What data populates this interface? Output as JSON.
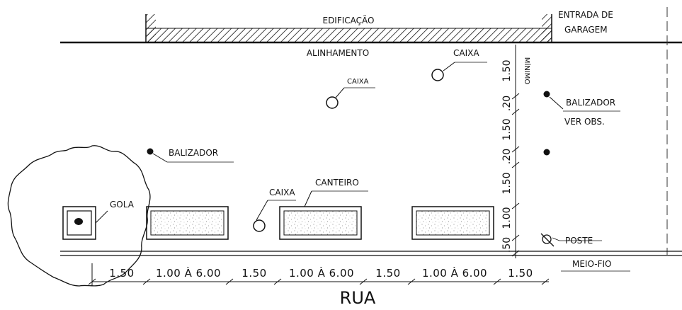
{
  "labels": {
    "edificacao": "EDIFICAÇÃO",
    "entrada_line1": "ENTRADA DE",
    "entrada_line2": "GARAGEM",
    "alinhamento": "ALINHAMENTO",
    "caixa_top": "CAIXA",
    "caixa_mid": "CAIXA",
    "caixa_low": "CAIXA",
    "minimo": "MÍNIMO",
    "balizador_right_line1": "BALIZADOR",
    "balizador_right_line2": "VER OBS.",
    "balizador_left": "BALIZADOR",
    "canteiro": "CANTEIRO",
    "gola": "GOLA",
    "poste": "POSTE",
    "meio_fio": "MEIO-FIO",
    "rua": "RUA"
  },
  "dimensions_horizontal": [
    "1.50",
    "1.00 À 6.00",
    "1.50",
    "1.00 À 6.00",
    "1.50",
    "1.00 À 6.00",
    "1.50"
  ],
  "dimensions_vertical": [
    "1.50",
    ".20",
    "1.50",
    ".20",
    "1.50",
    "1.00",
    ".50"
  ]
}
